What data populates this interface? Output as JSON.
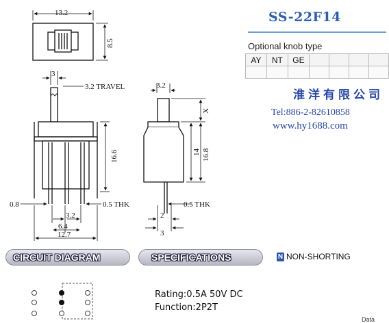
{
  "model_number": "SS-22F14",
  "optional_knob": {
    "title": "Optional knob type",
    "types": [
      "AY",
      "NT",
      "GE",
      "",
      "",
      "",
      ""
    ]
  },
  "company": {
    "name": "淮洋有限公司",
    "tel": "Tel:886-2-82610858",
    "website": "www.hy1688.com"
  },
  "dimensions": {
    "body_width": "13.2",
    "body_depth": "8.5",
    "knob_width": "3",
    "travel": "3.2 TRAVEL",
    "knob_side_width": "3.2",
    "knob_height": "X",
    "body_height": "16.6",
    "pin_length": "14",
    "side_height": "16.8",
    "pin_width": "0.8",
    "pin_pitch": "3.2",
    "pin_span": "6.4",
    "overall_width": "12.7",
    "pin_thickness_front": "0.5 THK",
    "pin_thickness_side": "0.5 THK",
    "side_pin_gap": "2",
    "side_pin_span": "3"
  },
  "sections": {
    "circuit_diagram": "CIRCUIT DIAGRAM",
    "specifications": "SPECIFICATIONS"
  },
  "non_shorting": {
    "icon_letter": "N",
    "label": "NON-SHORTING"
  },
  "specs": {
    "rating": "Rating:0.5A 50V DC",
    "function": "Function:2P2T"
  },
  "corner_text": "Data"
}
